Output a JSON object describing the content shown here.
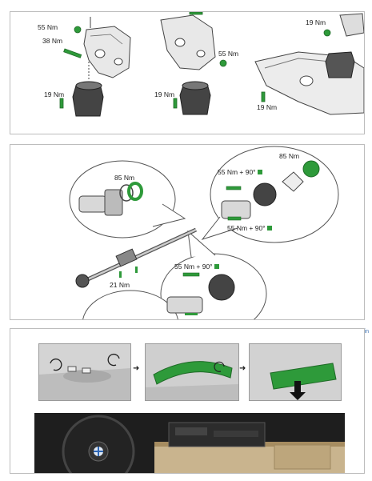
{
  "panel1": {
    "labels": {
      "t55_left": "55 Nm",
      "t38": "38 Nm",
      "t19_left": "19 Nm",
      "t19_mid": "19 Nm",
      "t55_mid": "55 Nm",
      "t19_right_top": "19 Nm",
      "t19_right_bottom": "19 Nm"
    }
  },
  "panel2": {
    "labels": {
      "t85_left": "85 Nm",
      "t55_90_top": "55 Nm + 90°",
      "t85_right": "85 Nm",
      "t55_90_mid": "55 Nm + 90°",
      "t55_90_lower": "55 Nm + 90°",
      "t21": "21 Nm"
    }
  },
  "panel3": {
    "print_label": "Prin"
  },
  "colors": {
    "part_green": "#2e9a3a",
    "panel_border": "#bdbdbd"
  }
}
